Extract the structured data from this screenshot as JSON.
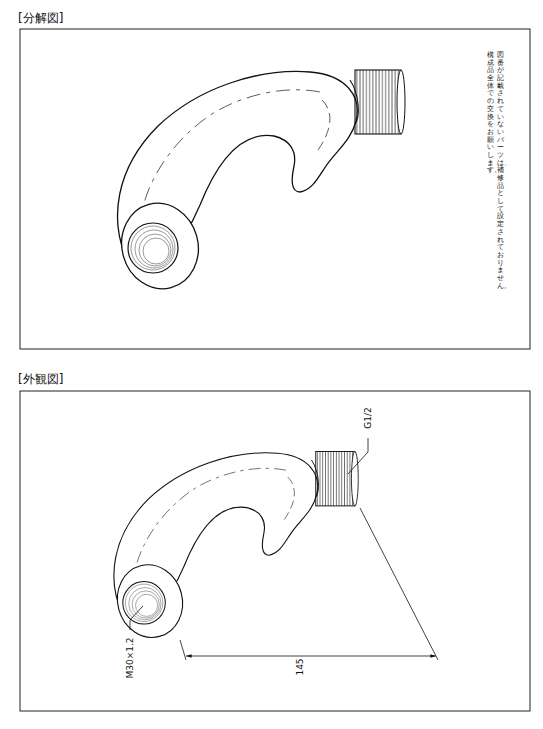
{
  "diagram": {
    "labels": [
      "[分解図]",
      "[外観図]",
      "図番が記載されていないパーツは、補修品として設定されておりません。",
      "構成品全体での交換をお願いします。",
      "G1/2",
      "M30×1.2",
      "145"
    ]
  }
}
